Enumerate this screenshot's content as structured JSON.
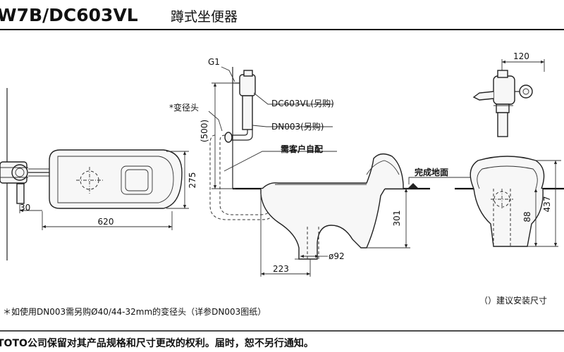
{
  "header": {
    "model": "W7B/DC603VL",
    "title": "蹲式坐便器"
  },
  "labels": {
    "g1": "G1",
    "flush_valve": "DC603VL(另购)",
    "adapter_note": "*变径头",
    "dn003": "DN003(另购)",
    "customer_supply": "需客户自配",
    "finished_floor": "完成地面",
    "install_note": "（）建议安装尺寸"
  },
  "dimensions": {
    "plan_width": "620",
    "plan_offset": "30",
    "plan_height": "275",
    "pipe_height": "(500)",
    "side_offset": "223",
    "side_diameter": "ø92",
    "side_height": "301",
    "valve_width": "120",
    "front_height": "437",
    "front_small": "88"
  },
  "footer": {
    "note": "＊如使用DN003需另购Ø40/44-32mm的变径头（详参DN003图纸）",
    "rights": "TOTO公司保留对其产品规格和尺寸更改的权利。届时，恕不另行通知。"
  }
}
